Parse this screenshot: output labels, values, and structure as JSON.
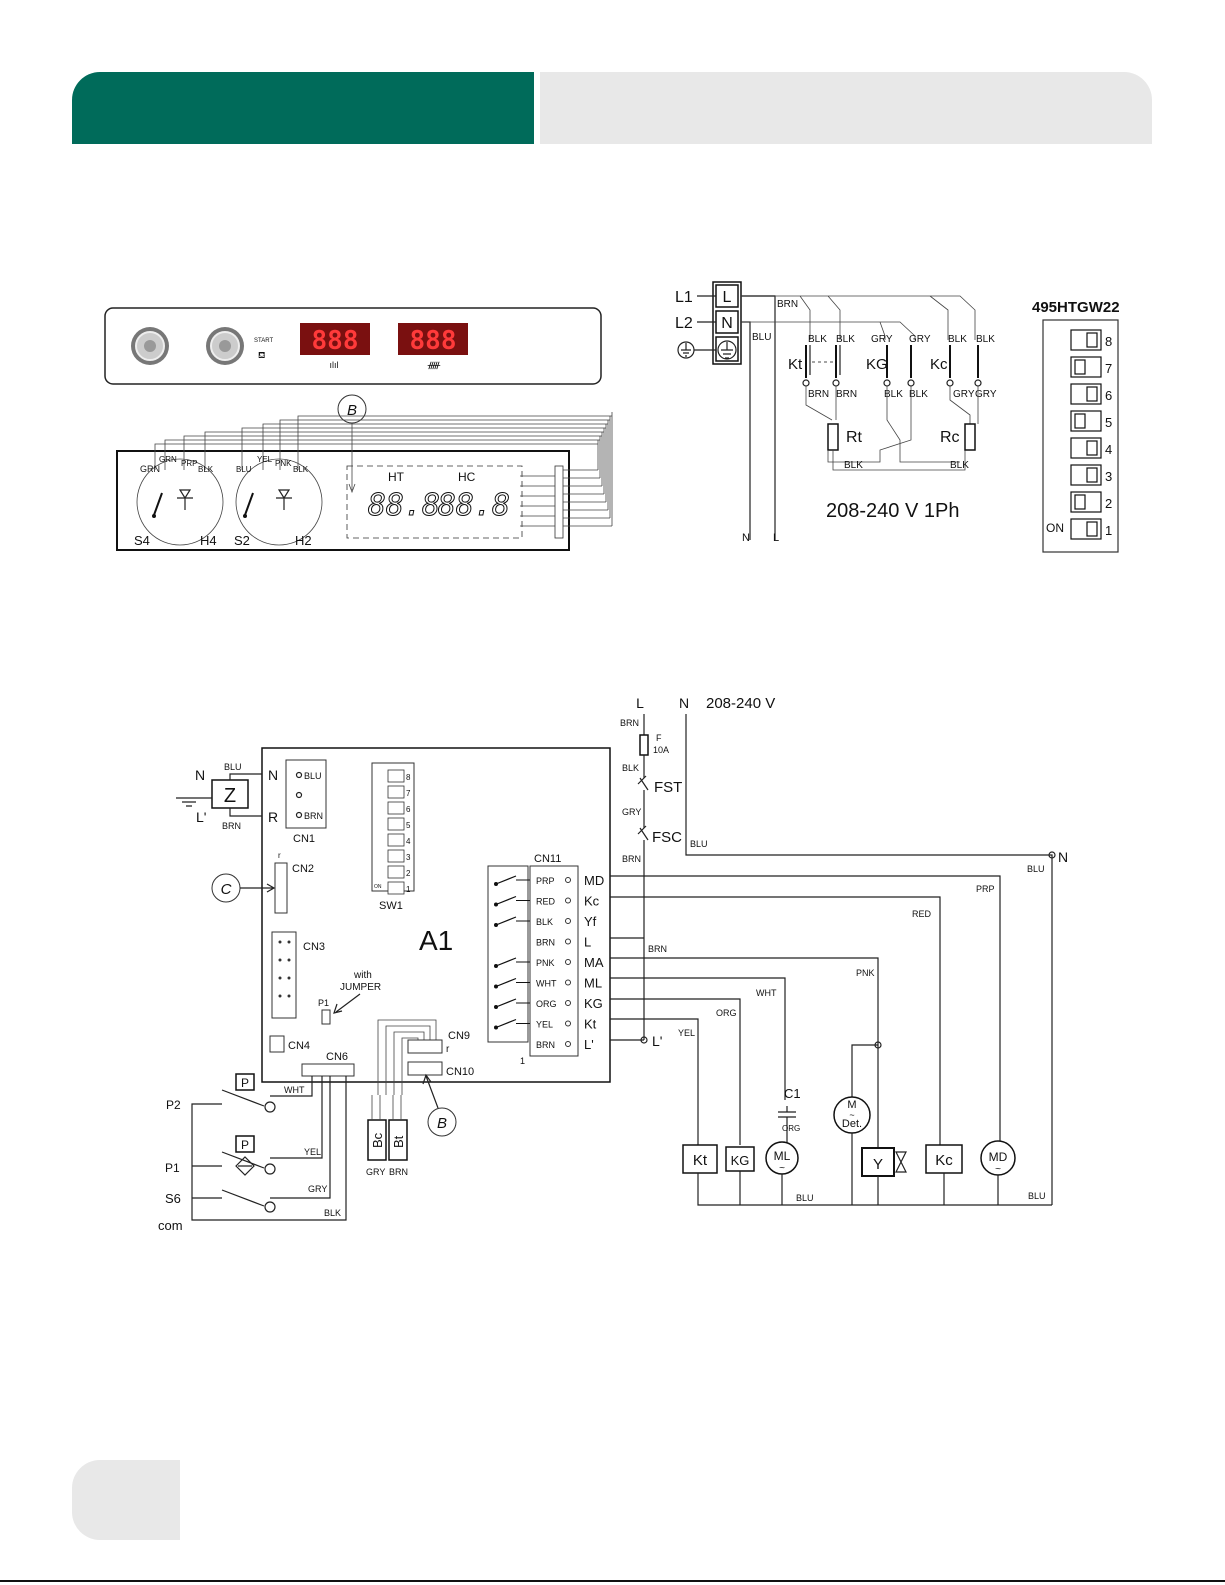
{
  "panel": {
    "start_label": "START",
    "display1": "888",
    "display2": "888"
  },
  "board": {
    "callout_b": "B",
    "s4": "S4",
    "h4": "H4",
    "s2": "S2",
    "h2": "H2",
    "grn": "GRN",
    "prp": "PRP",
    "blk": "BLK",
    "blu": "BLU",
    "yel": "YEL",
    "pnk": "PNK",
    "ht": "HT",
    "hc": "HC",
    "seg": "88.8"
  },
  "power": {
    "l1": "L1",
    "l2": "L2",
    "l": "L",
    "n": "N",
    "brn": "BRN",
    "blu": "BLU",
    "blk": "BLK",
    "gry": "GRY",
    "kt": "Kt",
    "kg": "KG",
    "kc": "Kc",
    "rt": "Rt",
    "rc": "Rc",
    "voltage": "208-240 V 1Ph",
    "n_bottom": "N",
    "l_bottom": "L"
  },
  "dip": {
    "model": "495HTGW22",
    "on": "ON",
    "numbers": [
      "8",
      "7",
      "6",
      "5",
      "4",
      "3",
      "2",
      "1"
    ]
  },
  "main": {
    "l": "L",
    "n": "N",
    "voltage": "208-240 V",
    "f": "F",
    "f_rating": "10A",
    "fst": "FST",
    "fsc": "FSC",
    "brn": "BRN",
    "blk": "BLK",
    "gry": "GRY",
    "blu": "BLU",
    "z": "Z",
    "n_left": "N",
    "l_prime": "L'",
    "r": "R",
    "cn1": "CN1",
    "cn2": "CN2",
    "cn3": "CN3",
    "cn4": "CN4",
    "cn6": "CN6",
    "cn9": "CN9",
    "cn10": "CN10",
    "cn11": "CN11",
    "sw1": "SW1",
    "a1": "A1",
    "with_jumper": "with",
    "jumper": "JUMPER",
    "p1": "P1",
    "r_small": "r",
    "one": "1",
    "c": "C",
    "b": "B",
    "cn11_colors": [
      "PRP",
      "RED",
      "BLK",
      "BRN",
      "PNK",
      "WHT",
      "ORG",
      "YEL",
      "BRN"
    ],
    "cn11_labels": [
      "MD",
      "Kc",
      "Yf",
      "L",
      "MA",
      "ML",
      "KG",
      "Kt",
      "L'"
    ],
    "n_right": "N",
    "prp": "PRP",
    "red": "RED",
    "pnk": "PNK",
    "wht": "WHT",
    "org": "ORG",
    "yel": "YEL",
    "c1": "C1",
    "bc": "Bc",
    "bt": "Bt",
    "kt": "Kt",
    "kg": "KG",
    "ml": "ML",
    "m": "M",
    "det": "Det.",
    "y": "Y",
    "kc": "Kc",
    "md": "MD",
    "p2": "P2",
    "p1_left": "P1",
    "s6": "S6",
    "com": "com",
    "p": "P"
  }
}
